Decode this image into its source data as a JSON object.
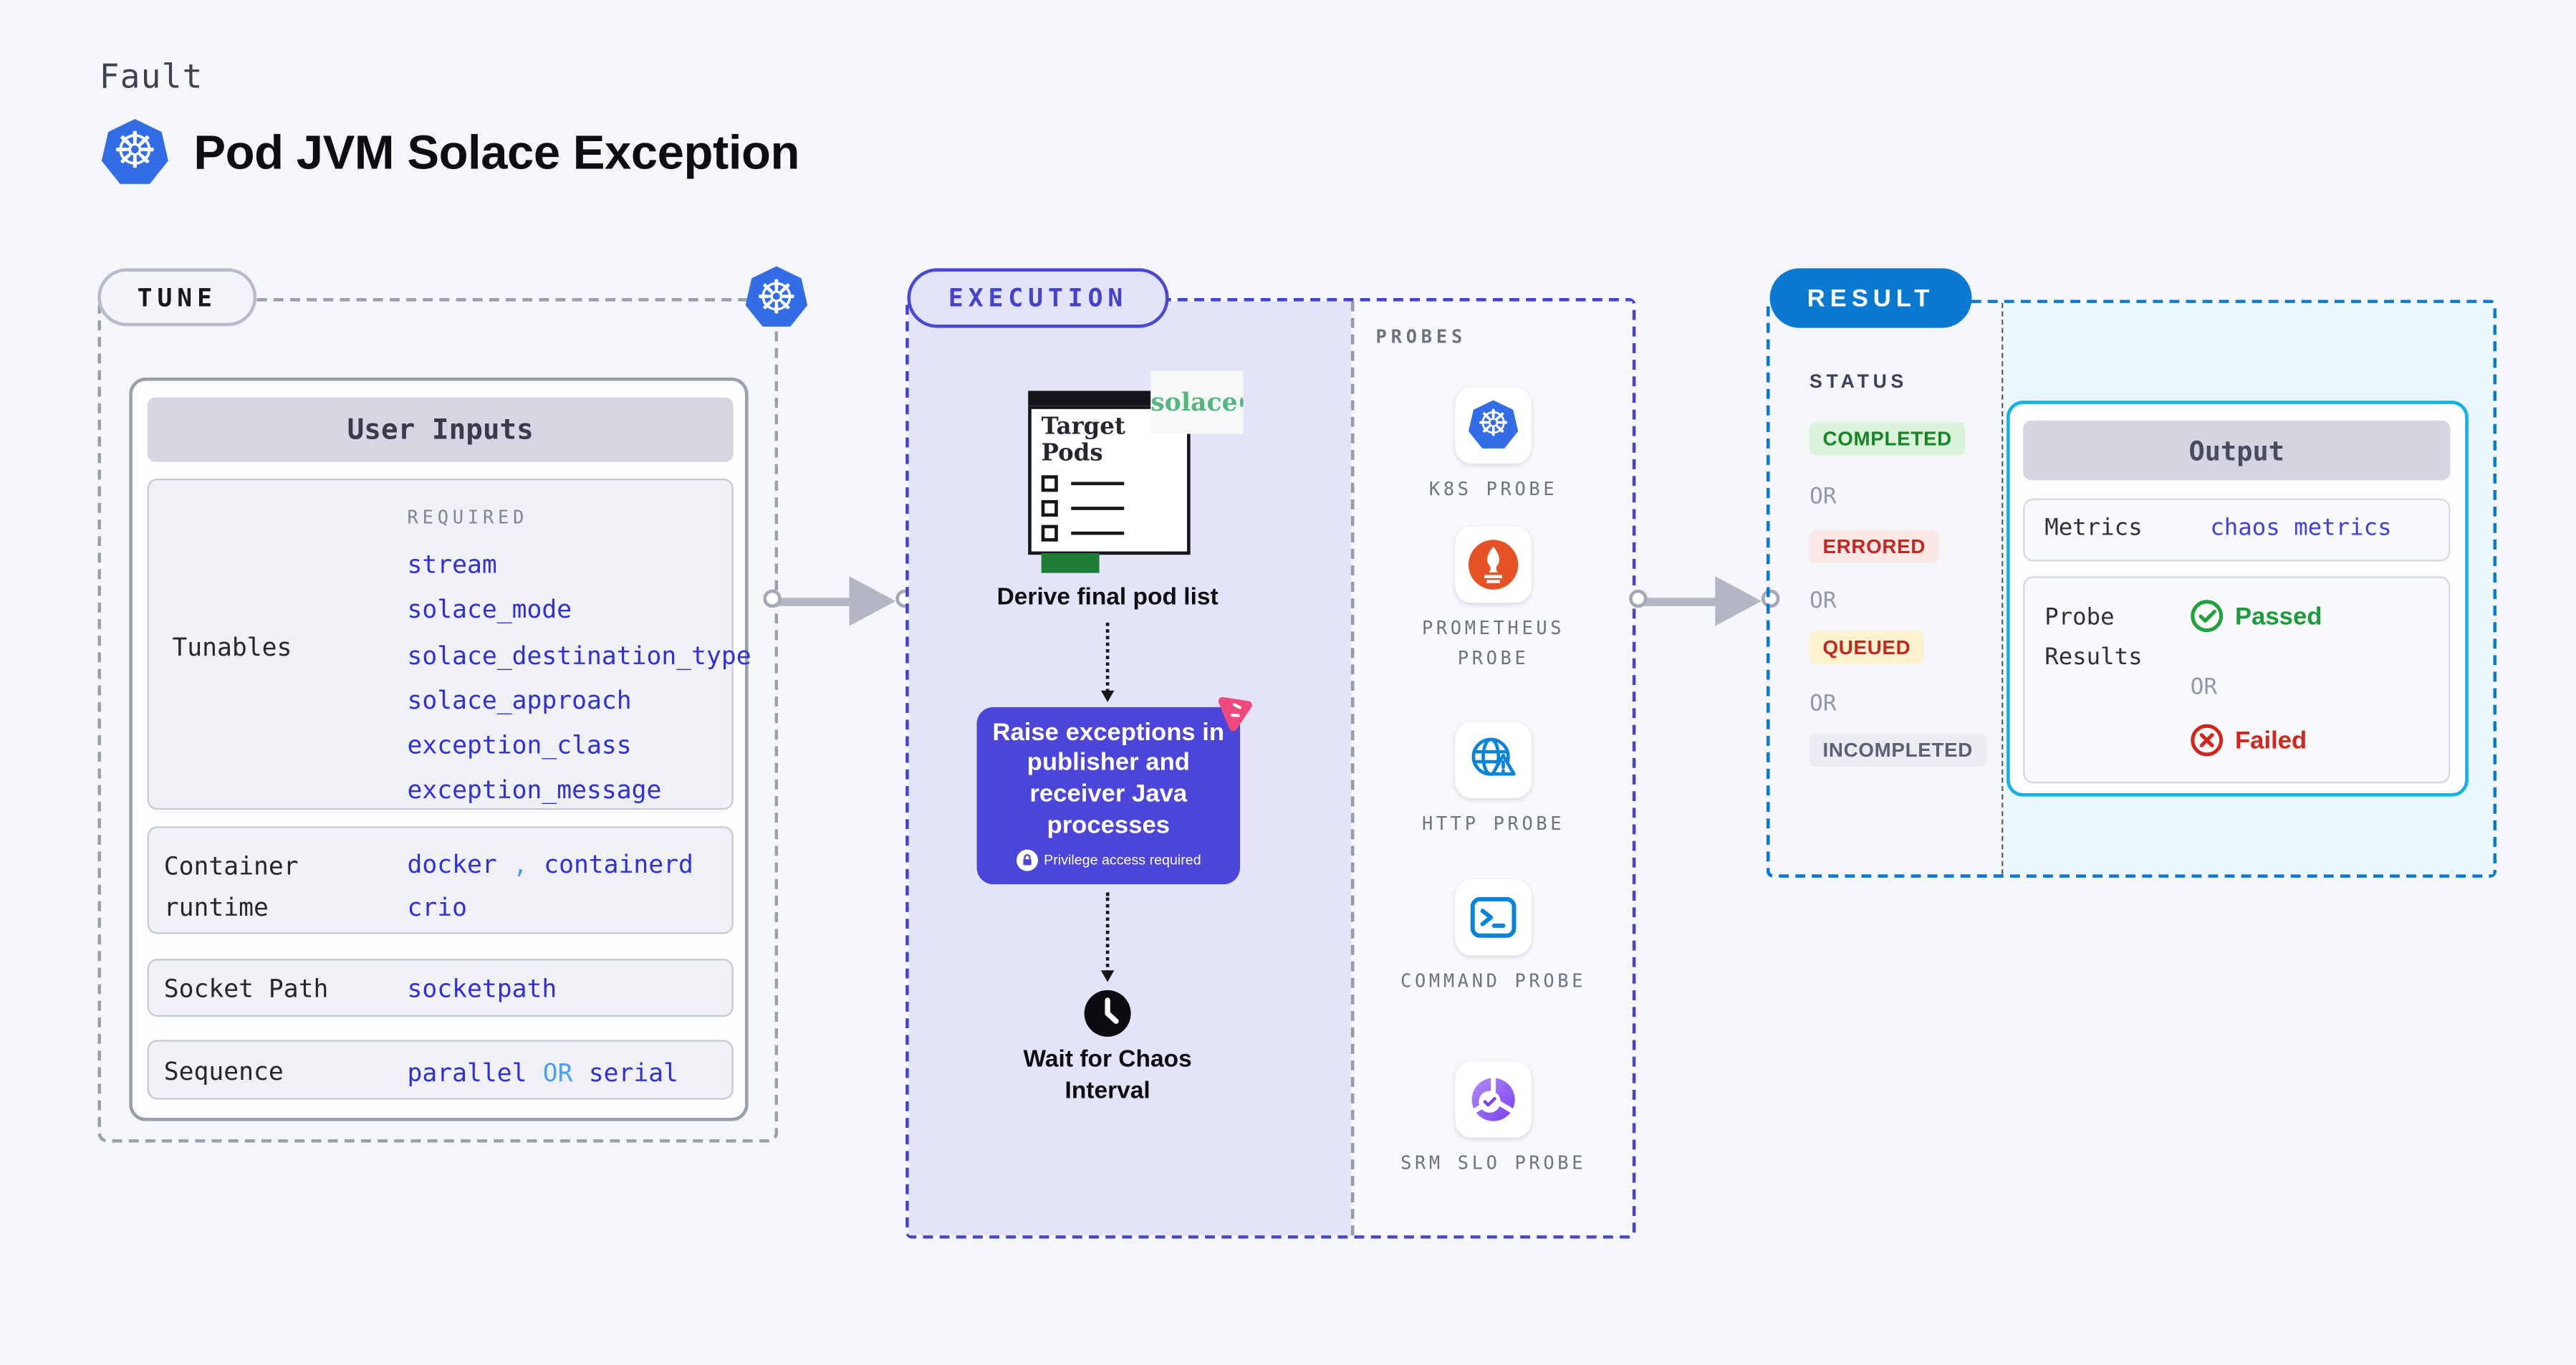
{
  "page": {
    "kicker": "Fault",
    "title": "Pod JVM Solace Exception"
  },
  "tune": {
    "badge": "TUNE",
    "user_inputs_title": "User Inputs",
    "tunables_label": "Tunables",
    "required_label": "REQUIRED",
    "required_items": [
      "stream",
      "solace_mode",
      "solace_destination_type",
      "solace_approach",
      "exception_class",
      "exception_message"
    ],
    "container_runtime": {
      "label_line1": "Container",
      "label_line2": "runtime",
      "v1": "docker",
      "sep": ",",
      "v2": "containerd",
      "v3": "crio"
    },
    "socket_path": {
      "label": "Socket Path",
      "value": "socketpath"
    },
    "sequence": {
      "label": "Sequence",
      "v1": "parallel",
      "or": "OR",
      "v2": "serial"
    }
  },
  "execution": {
    "badge": "EXECUTION",
    "target_pods_title": "Target Pods",
    "solace_logo": "solace",
    "derive_label": "Derive final pod list",
    "action_text": "Raise exceptions in publisher and receiver Java processes",
    "privilege_note": "Privilege access required",
    "wait_label": "Wait for Chaos Interval"
  },
  "probes": {
    "title": "PROBES",
    "items": [
      {
        "label": "K8S PROBE",
        "icon": "kubernetes-icon"
      },
      {
        "label": "PROMETHEUS PROBE",
        "icon": "prometheus-icon"
      },
      {
        "label": "HTTP PROBE",
        "icon": "globe-warning-icon"
      },
      {
        "label": "COMMAND PROBE",
        "icon": "terminal-icon"
      },
      {
        "label": "SRM SLO PROBE",
        "icon": "slo-donut-icon"
      }
    ]
  },
  "result": {
    "badge": "RESULT",
    "status_label": "STATUS",
    "or_label": "OR",
    "statuses": [
      {
        "label": "COMPLETED",
        "bg": "#d9f2d9",
        "color": "#178527"
      },
      {
        "label": "ERRORED",
        "bg": "#fae8e6",
        "color": "#c3271f"
      },
      {
        "label": "QUEUED",
        "bg": "#fcf2cd",
        "color": "#c3271f"
      },
      {
        "label": "INCOMPLETED",
        "bg": "#ebecf2",
        "color": "#5d5f75"
      }
    ],
    "output": {
      "title": "Output",
      "metrics_label": "Metrics",
      "metrics_value": "chaos metrics",
      "probe_results_label": "Probe Results",
      "passed": "Passed",
      "or_label": "OR",
      "failed": "Failed"
    }
  },
  "colors": {
    "page_bg": "#f5f6fa",
    "accent_indigo": "#4443ce",
    "lavender_bg": "#e4e4f9",
    "result_blue": "#0a79d2",
    "cyan_border": "#13b2e3",
    "cyan_bg": "#e9f6fd",
    "value_blue": "#3030d8",
    "value_light_blue": "#4b9ef0",
    "k8s_blue": "#326de6",
    "prometheus_orange": "#e75225",
    "http_blue": "#0a84d8",
    "solace_green": "#55b680",
    "action_purple": "#4c45da",
    "pink_icon": "#f0497c",
    "passed_green": "#1d9b38",
    "failed_red": "#d2261c"
  }
}
